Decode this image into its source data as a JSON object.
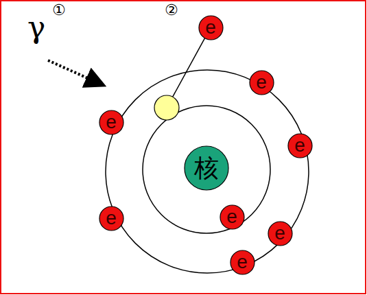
{
  "diagram": {
    "nodes": [
      {
        "text": [
          "e"
        ]
      },
      {
        "text": [
          "e"
        ]
      },
      {
        "text": [
          "e"
        ]
      },
      {
        "text": [
          "e"
        ]
      },
      {
        "text": [
          "核"
        ]
      },
      {
        "text": [
          "e"
        ]
      },
      {
        "text": [
          "e"
        ]
      },
      {
        "text": [
          "e"
        ]
      },
      {
        "text": [
          "e"
        ]
      }
    ],
    "labels": [
      "γ",
      "①",
      "②"
    ]
  }
}
